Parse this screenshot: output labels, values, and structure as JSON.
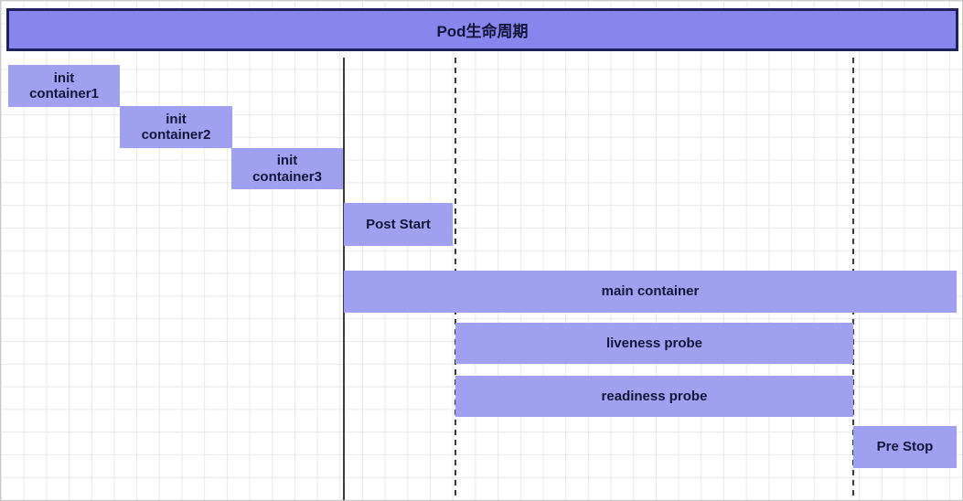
{
  "title": "Pod生命周期",
  "colors": {
    "bar_fill": "#a0a0f0",
    "title_fill": "#8686ed",
    "title_border": "#20205c",
    "text": "#15153a",
    "grid_line": "#e8e8e8",
    "guide_line": "#3a3a3a"
  },
  "bars": [
    {
      "name": "init-container1",
      "label": "init\ncontainer1"
    },
    {
      "name": "init-container2",
      "label": "init\ncontainer2"
    },
    {
      "name": "init-container3",
      "label": "init\ncontainer3"
    },
    {
      "name": "post-start",
      "label": "Post Start"
    },
    {
      "name": "main-container",
      "label": "main container"
    },
    {
      "name": "liveness-probe",
      "label": "liveness probe"
    },
    {
      "name": "readiness-probe",
      "label": "readiness probe"
    },
    {
      "name": "pre-stop",
      "label": "Pre Stop"
    }
  ],
  "guides": [
    {
      "name": "main-start-line",
      "style": "solid"
    },
    {
      "name": "probe-start-line",
      "style": "dashed"
    },
    {
      "name": "pre-stop-line",
      "style": "dashed"
    }
  ]
}
